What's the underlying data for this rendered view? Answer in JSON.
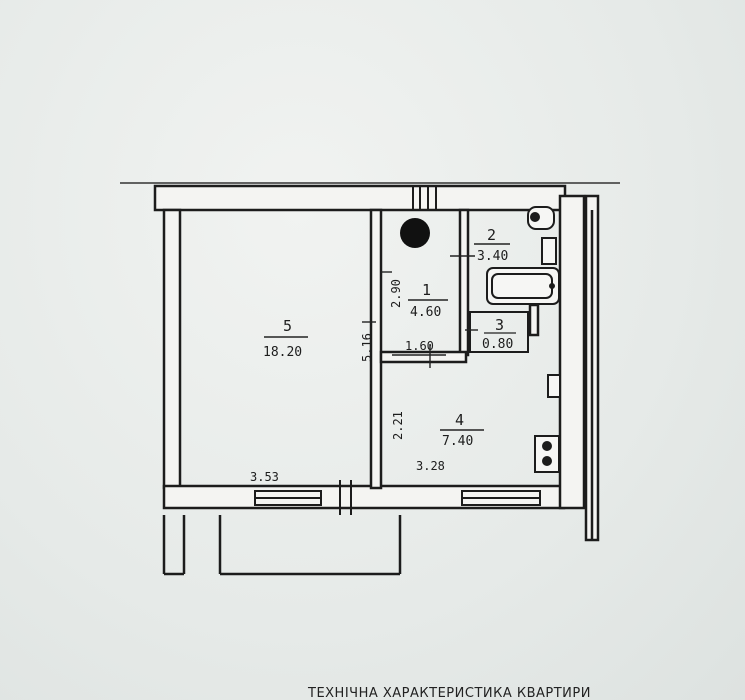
{
  "plan": {
    "rooms": [
      {
        "number": "1",
        "area": "4.60"
      },
      {
        "number": "2",
        "area": "3.40"
      },
      {
        "number": "3",
        "area": "0.80"
      },
      {
        "number": "4",
        "area": "7.40"
      },
      {
        "number": "5",
        "area": "18.20"
      }
    ],
    "dimensions": {
      "room5_width": "3.53",
      "room5_height": "5.16",
      "room1_height": "2.90",
      "room1_width": "1.60",
      "room4_height": "2.21",
      "room4_width": "3.28"
    }
  },
  "caption": "ТЕХНІЧНА ХАРАКТЕРИСТИКА КВАРТИРИ"
}
